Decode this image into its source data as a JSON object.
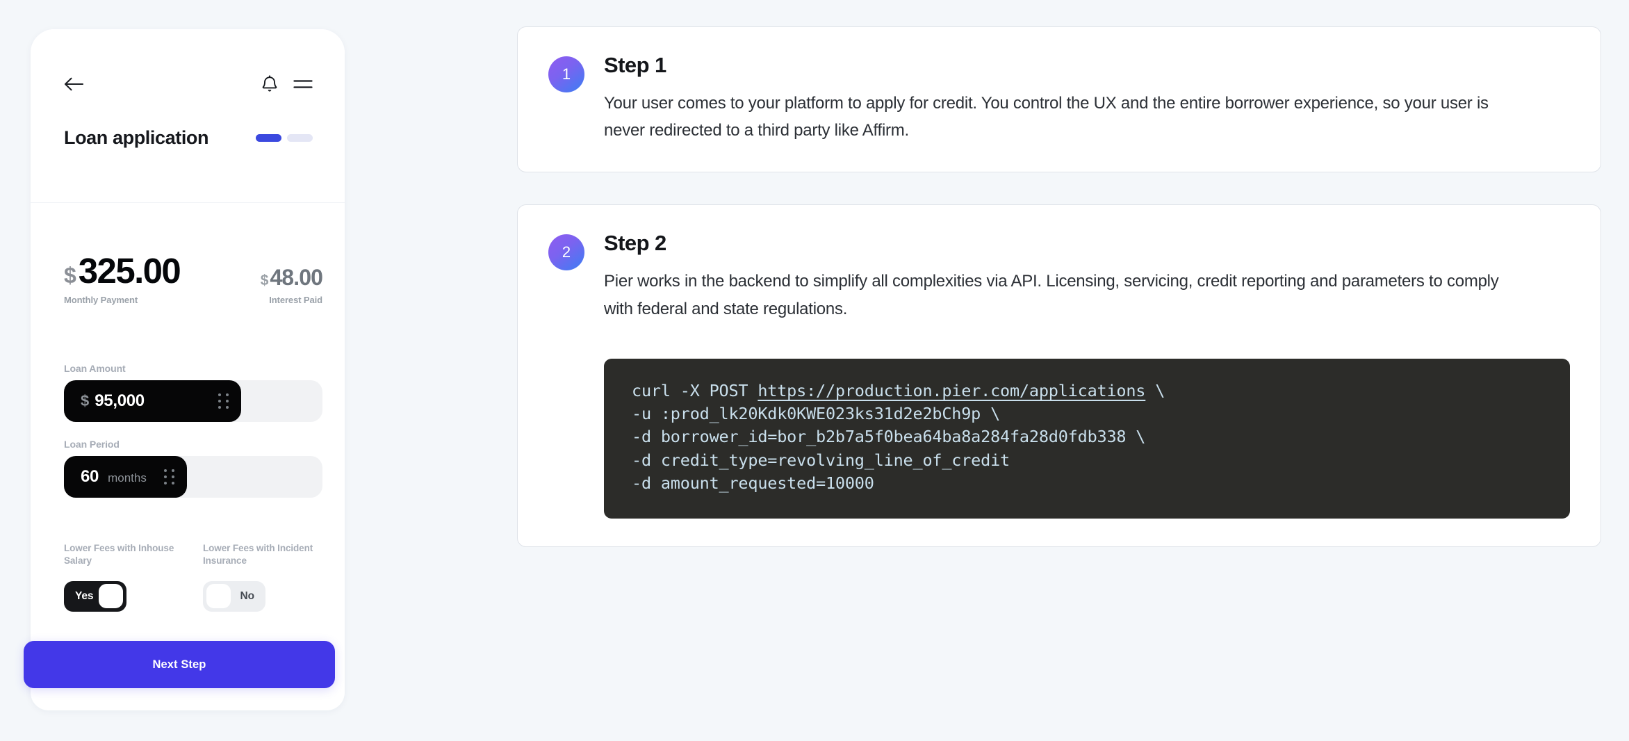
{
  "theme": {
    "page_background": "#f4f7fa",
    "accent_blue": "#3b49df",
    "button_blue": "#4338e8",
    "badge_gradient_from": "#8f5cf0",
    "badge_gradient_to": "#3b7ef3",
    "code_background": "#2c2c29",
    "code_text": "#c9dfec",
    "card_border": "#dfe3e9"
  },
  "phone": {
    "header": {
      "back_icon": "arrow-left-icon",
      "bell_icon": "bell-icon",
      "menu_icon": "hamburger-menu-icon",
      "title": "Loan application",
      "progress": {
        "total_segments": 2,
        "active_segments": 1,
        "segments": [
          "active",
          "idle"
        ]
      }
    },
    "summary": [
      {
        "currency": "$",
        "value": "325.00",
        "label": "Monthly Payment",
        "emphasis": "primary"
      },
      {
        "currency": "$",
        "value": "48.00",
        "label": "Interest Paid",
        "emphasis": "secondary"
      }
    ],
    "sliders": [
      {
        "label": "Loan Amount",
        "currency": "$",
        "value": "95,000",
        "unit": "",
        "fill_percent": 68,
        "grip_icon": "drag-grip-icon"
      },
      {
        "label": "Loan Period",
        "currency": "",
        "value": "60",
        "unit": "months",
        "fill_percent": 44,
        "grip_icon": "drag-grip-icon"
      }
    ],
    "toggles": [
      {
        "label": "Lower Fees with Inhouse Salary",
        "state": "on",
        "state_text": "Yes"
      },
      {
        "label": "Lower Fees with Incident Insurance",
        "state": "off",
        "state_text": "No"
      }
    ],
    "primary_button": "Next Step"
  },
  "steps": [
    {
      "number": "1",
      "heading": "Step 1",
      "text": "Your user comes to your platform to apply for credit. You control the UX and the entire borrower experience, so your user is never redirected to a third party like Affirm."
    },
    {
      "number": "2",
      "heading": "Step 2",
      "text": "Pier works in the backend to simplify all complexities via API. Licensing, servicing, credit reporting and parameters to comply with federal and state regulations.",
      "code": {
        "language": "bash",
        "lines": [
          {
            "prefix": "curl -X POST ",
            "url": "https://production.pier.com/applications",
            "suffix": " \\"
          },
          {
            "prefix": "-u :prod_lk20Kdk0KWE023ks31d2e2bCh9p \\",
            "url": "",
            "suffix": ""
          },
          {
            "prefix": "-d borrower_id=bor_b2b7a5f0bea64ba8a284fa28d0fdb338 \\",
            "url": "",
            "suffix": ""
          },
          {
            "prefix": "-d credit_type=revolving_line_of_credit",
            "url": "",
            "suffix": ""
          },
          {
            "prefix": "-d amount_requested=10000",
            "url": "",
            "suffix": ""
          }
        ]
      }
    }
  ]
}
